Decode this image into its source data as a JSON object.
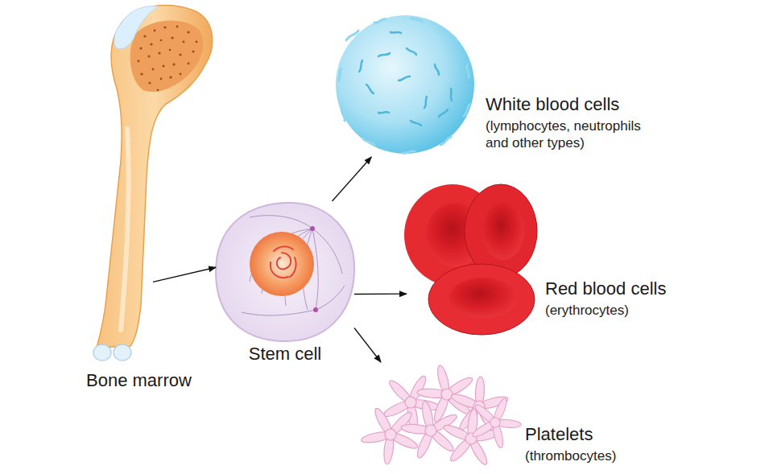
{
  "diagram": {
    "nodes": [
      {
        "text": [
          "Bone marrow"
        ]
      },
      {
        "text": [
          "Stem cell"
        ]
      },
      {
        "text": [
          "White blood cells",
          "(lymphocytes, neutrophils and other types)"
        ]
      },
      {
        "text": [
          "Red blood cells",
          "(erythrocytes)"
        ]
      },
      {
        "text": [
          "Platelets",
          "(thrombocytes)"
        ]
      }
    ],
    "edges": [
      {
        "from": 0,
        "to": 1,
        "arrow": "to"
      },
      {
        "from": 1,
        "to": 2,
        "arrow": "to"
      },
      {
        "from": 1,
        "to": 3,
        "arrow": "to"
      },
      {
        "from": 1,
        "to": 4,
        "arrow": "to"
      }
    ]
  }
}
